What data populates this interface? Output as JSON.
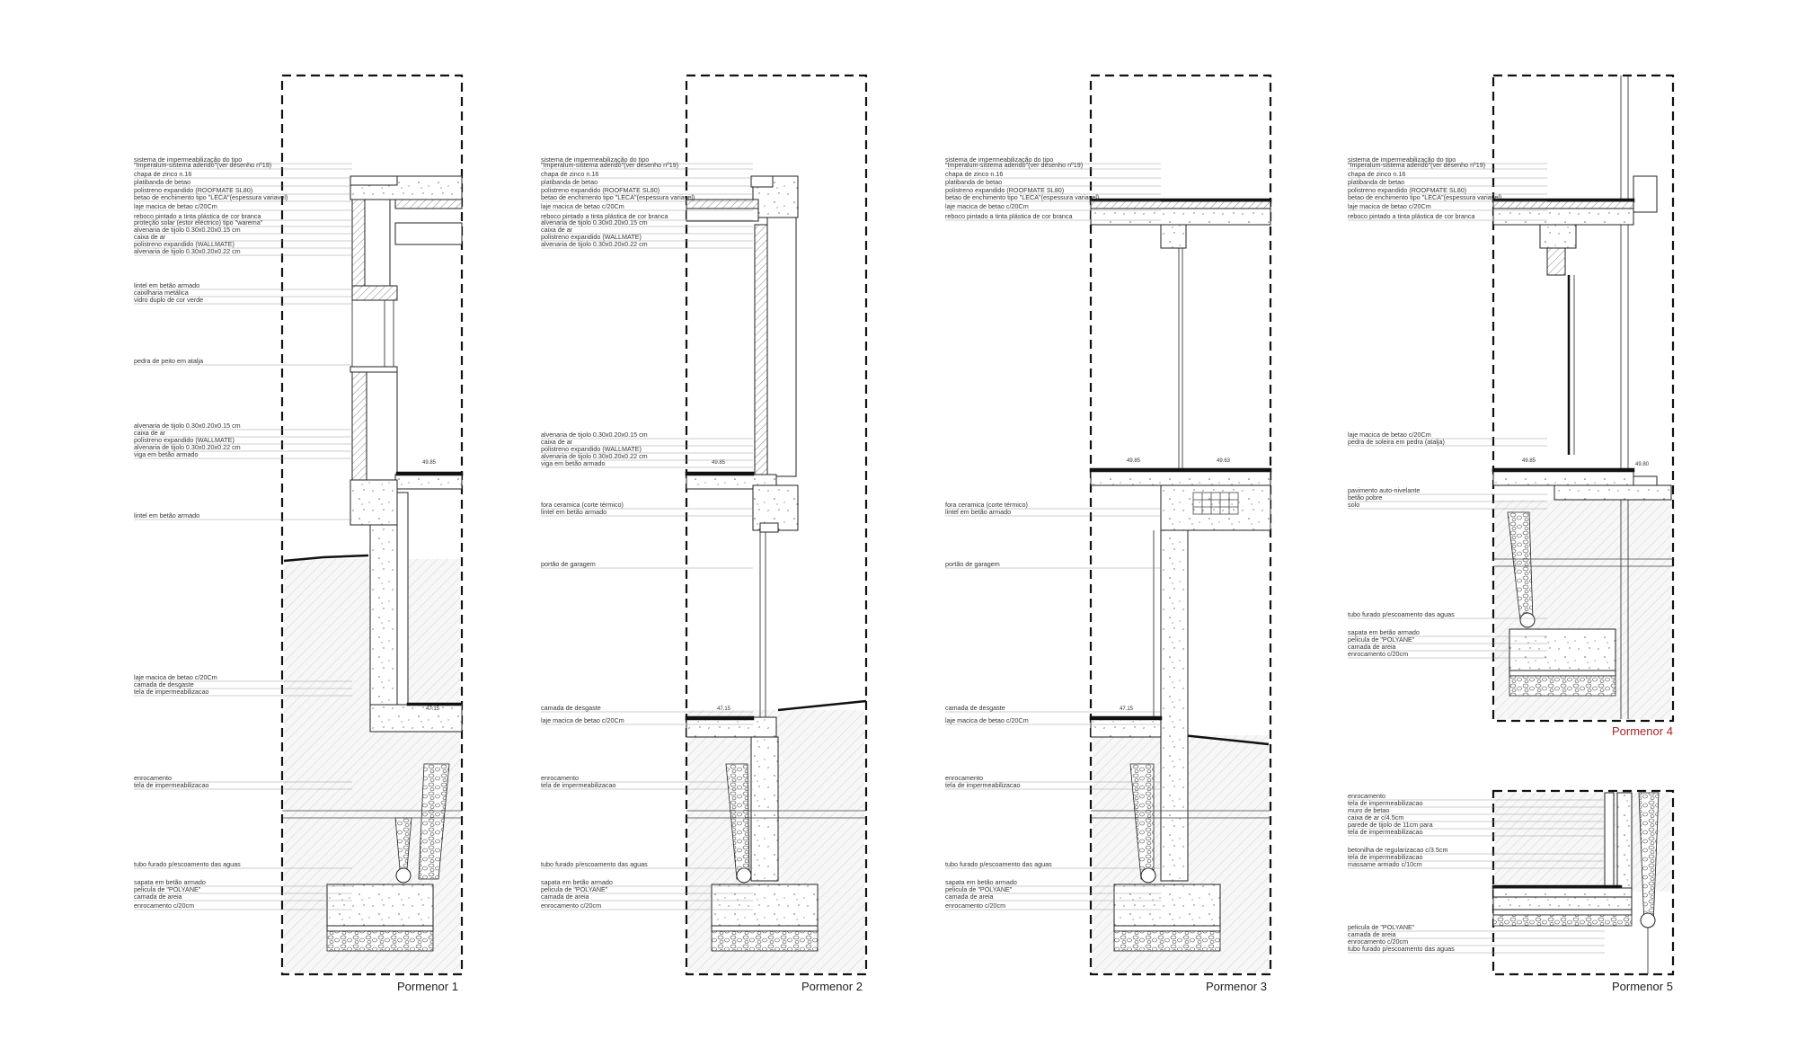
{
  "details": [
    {
      "id": "p1",
      "title": "Pormenor 1",
      "title_color": "#222222",
      "levels": [
        "49.85",
        "47.15"
      ],
      "labels": [
        "sistema de impermeabilização do tipo",
        "\"Imperalum-sistema aderido\"(ver desenho nº19)",
        "chapa de zinco n.16",
        "platibanda de betao",
        "polistreno expandido (ROOFMATE SL80)",
        "betao de enchimento tipo \"LECA\"(espessura variavel)",
        "laje macica de betao c/20Cm",
        "reboco pintado a tinta plástica de cor branca",
        "proteção solar (estor eléctrico) tipo \"warema\"",
        "alvenaria de tijolo 0.30x0.20x0.15 cm",
        "caixa de ar",
        "polistreno expandido (WALLMATE)",
        "alvenaria de tijolo 0.30x0.20x0.22 cm",
        "lintel em betão armado",
        "caixilharia metálica",
        "vidro duplo de cor verde",
        "pedra de peito em atalja",
        "alvenaria de tijolo 0.30x0.20x0.15 cm",
        "caixa de ar",
        "polistreno expandido (WALLMATE)",
        "alvenaria de tijolo 0.30x0.20x0.22 cm",
        "viga em betão armado",
        "lintel em betão armado",
        "laje macica de betao c/20Cm",
        "camada de desgaste",
        "tela de impermeabilizacao",
        "enrocamento",
        "tela de impermeabilizacao",
        "tubo furado p/escoamento das aguas",
        "sapata em betão armado",
        "pelicula de \"POLYANE\"",
        "camada de areia",
        "enrocamento c/20cm"
      ]
    },
    {
      "id": "p2",
      "title": "Pormenor 2",
      "title_color": "#222222",
      "levels": [
        "49.85",
        "47.15"
      ],
      "labels": [
        "sistema de impermeabilização do tipo",
        "\"Imperalum-sistema aderido\"(ver desenho nº19)",
        "chapa de zinco n.16",
        "platibanda de betao",
        "polistreno expandido (ROOFMATE SL80)",
        "betao de enchimento tipo \"LECA\"(espessura variavel)",
        "laje macica de betao c/20Cm",
        "reboco pintado a tinta plástica de cor branca",
        "alvenaria de tijolo 0.30x0.20x0.15 cm",
        "caixa de ar",
        "polistreno expandido (WALLMATE)",
        "alvenaria de tijolo 0.30x0.20x0.22 cm",
        "alvenaria de tijolo 0.30x0.20x0.15 cm",
        "caixa de ar",
        "polistreno expandido (WALLMATE)",
        "alvenaria de tijolo 0.30x0.20x0.22 cm",
        "viga em betão armado",
        "fora ceramica (corte térmico)",
        "lintel em betão armado",
        "portão de garagem",
        "camada de desgaste",
        "laje macica de betao c/20Cm",
        "enrocamento",
        "tela de impermeabilizacao",
        "tubo furado p/escoamento das aguas",
        "sapata em betão armado",
        "pelicula de \"POLYANE\"",
        "camada de areia",
        "enrocamento c/20cm"
      ]
    },
    {
      "id": "p3",
      "title": "Pormenor 3",
      "title_color": "#222222",
      "levels": [
        "49.85",
        "49.63",
        "47.15"
      ],
      "labels": [
        "sistema de impermeabilização do tipo",
        "\"Imperalum-sistema aderido\"(ver desenho nº19)",
        "chapa de zinco n.16",
        "platibanda de betao",
        "polistreno expandido (ROOFMATE SL80)",
        "betao de enchimento tipo \"LECA\"(espessura variavel)",
        "laje macica de betao c/20Cm",
        "reboco pintado a tinta plástica de cor branca",
        "fora ceramica (corte térmico)",
        "lintel em betão armado",
        "portão de garagem",
        "camada de desgaste",
        "laje macica de betao c/20Cm",
        "enrocamento",
        "tela de impermeabilizacao",
        "tubo furado p/escoamento das aguas",
        "sapata em betão armado",
        "pelicula de \"POLYANE\"",
        "camada de areia",
        "enrocamento c/20cm"
      ]
    },
    {
      "id": "p4",
      "title": "Pormenor 4",
      "title_color": "#b22222",
      "levels": [
        "49.85",
        "49.80"
      ],
      "labels": [
        "sistema de impermeabilização do tipo",
        "\"Imperalum-sistema aderido\"(ver desenho nº19)",
        "chapa de zinco n.16",
        "platibanda de betao",
        "polistreno expandido (ROOFMATE SL80)",
        "betao de enchimento tipo \"LECA\"(espessura variavel)",
        "laje macica de betao c/20Cm",
        "reboco pintado a tinta plástica de cor branca",
        "laje macica de betao c/20Cm",
        "pedra de soleira em pedra (atalja)",
        "pavimento auto-nivelante",
        "betão pobre",
        "solo",
        "tubo furado p/escoamento das aguas",
        "sapata em betão armado",
        "pelicula de \"POLYANE\"",
        "camada de areia",
        "enrocamento c/20cm"
      ]
    },
    {
      "id": "p5",
      "title": "Pormenor 5",
      "title_color": "#222222",
      "levels": [],
      "labels": [
        "enrocamento",
        "tela de impermeabilizacao",
        "muro de betao",
        "caixa de ar c/4.5cm",
        "parede de tijolo de 11cm para",
        "tela de impermeabilizacao",
        "betonilha de regularizacao c/3.5cm",
        "tela de impermeabilizacao",
        "massame armado c/10cm",
        "pelicula de \"POLYANE\"",
        "camada de areia",
        "enrocamento c/20cm",
        "tubo furado p/escoamento das aguas"
      ]
    }
  ]
}
